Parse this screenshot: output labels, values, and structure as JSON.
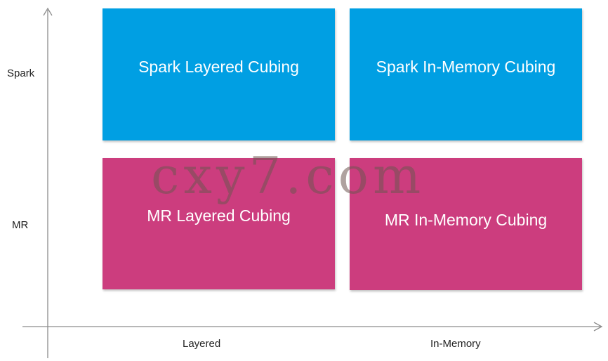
{
  "y_axis": {
    "categories": [
      "Spark",
      "MR"
    ]
  },
  "x_axis": {
    "categories": [
      "Layered",
      "In-Memory"
    ]
  },
  "quadrants": {
    "spark_layered": "Spark Layered Cubing",
    "spark_inmemory": "Spark In-Memory Cubing",
    "mr_layered": "MR Layered Cubing",
    "mr_inmemory": "MR In-Memory Cubing"
  },
  "watermark": "cxy7.com",
  "colors": {
    "spark": "#009fe3",
    "mr": "#cc3d7e",
    "axis": "#8c8c8c"
  }
}
